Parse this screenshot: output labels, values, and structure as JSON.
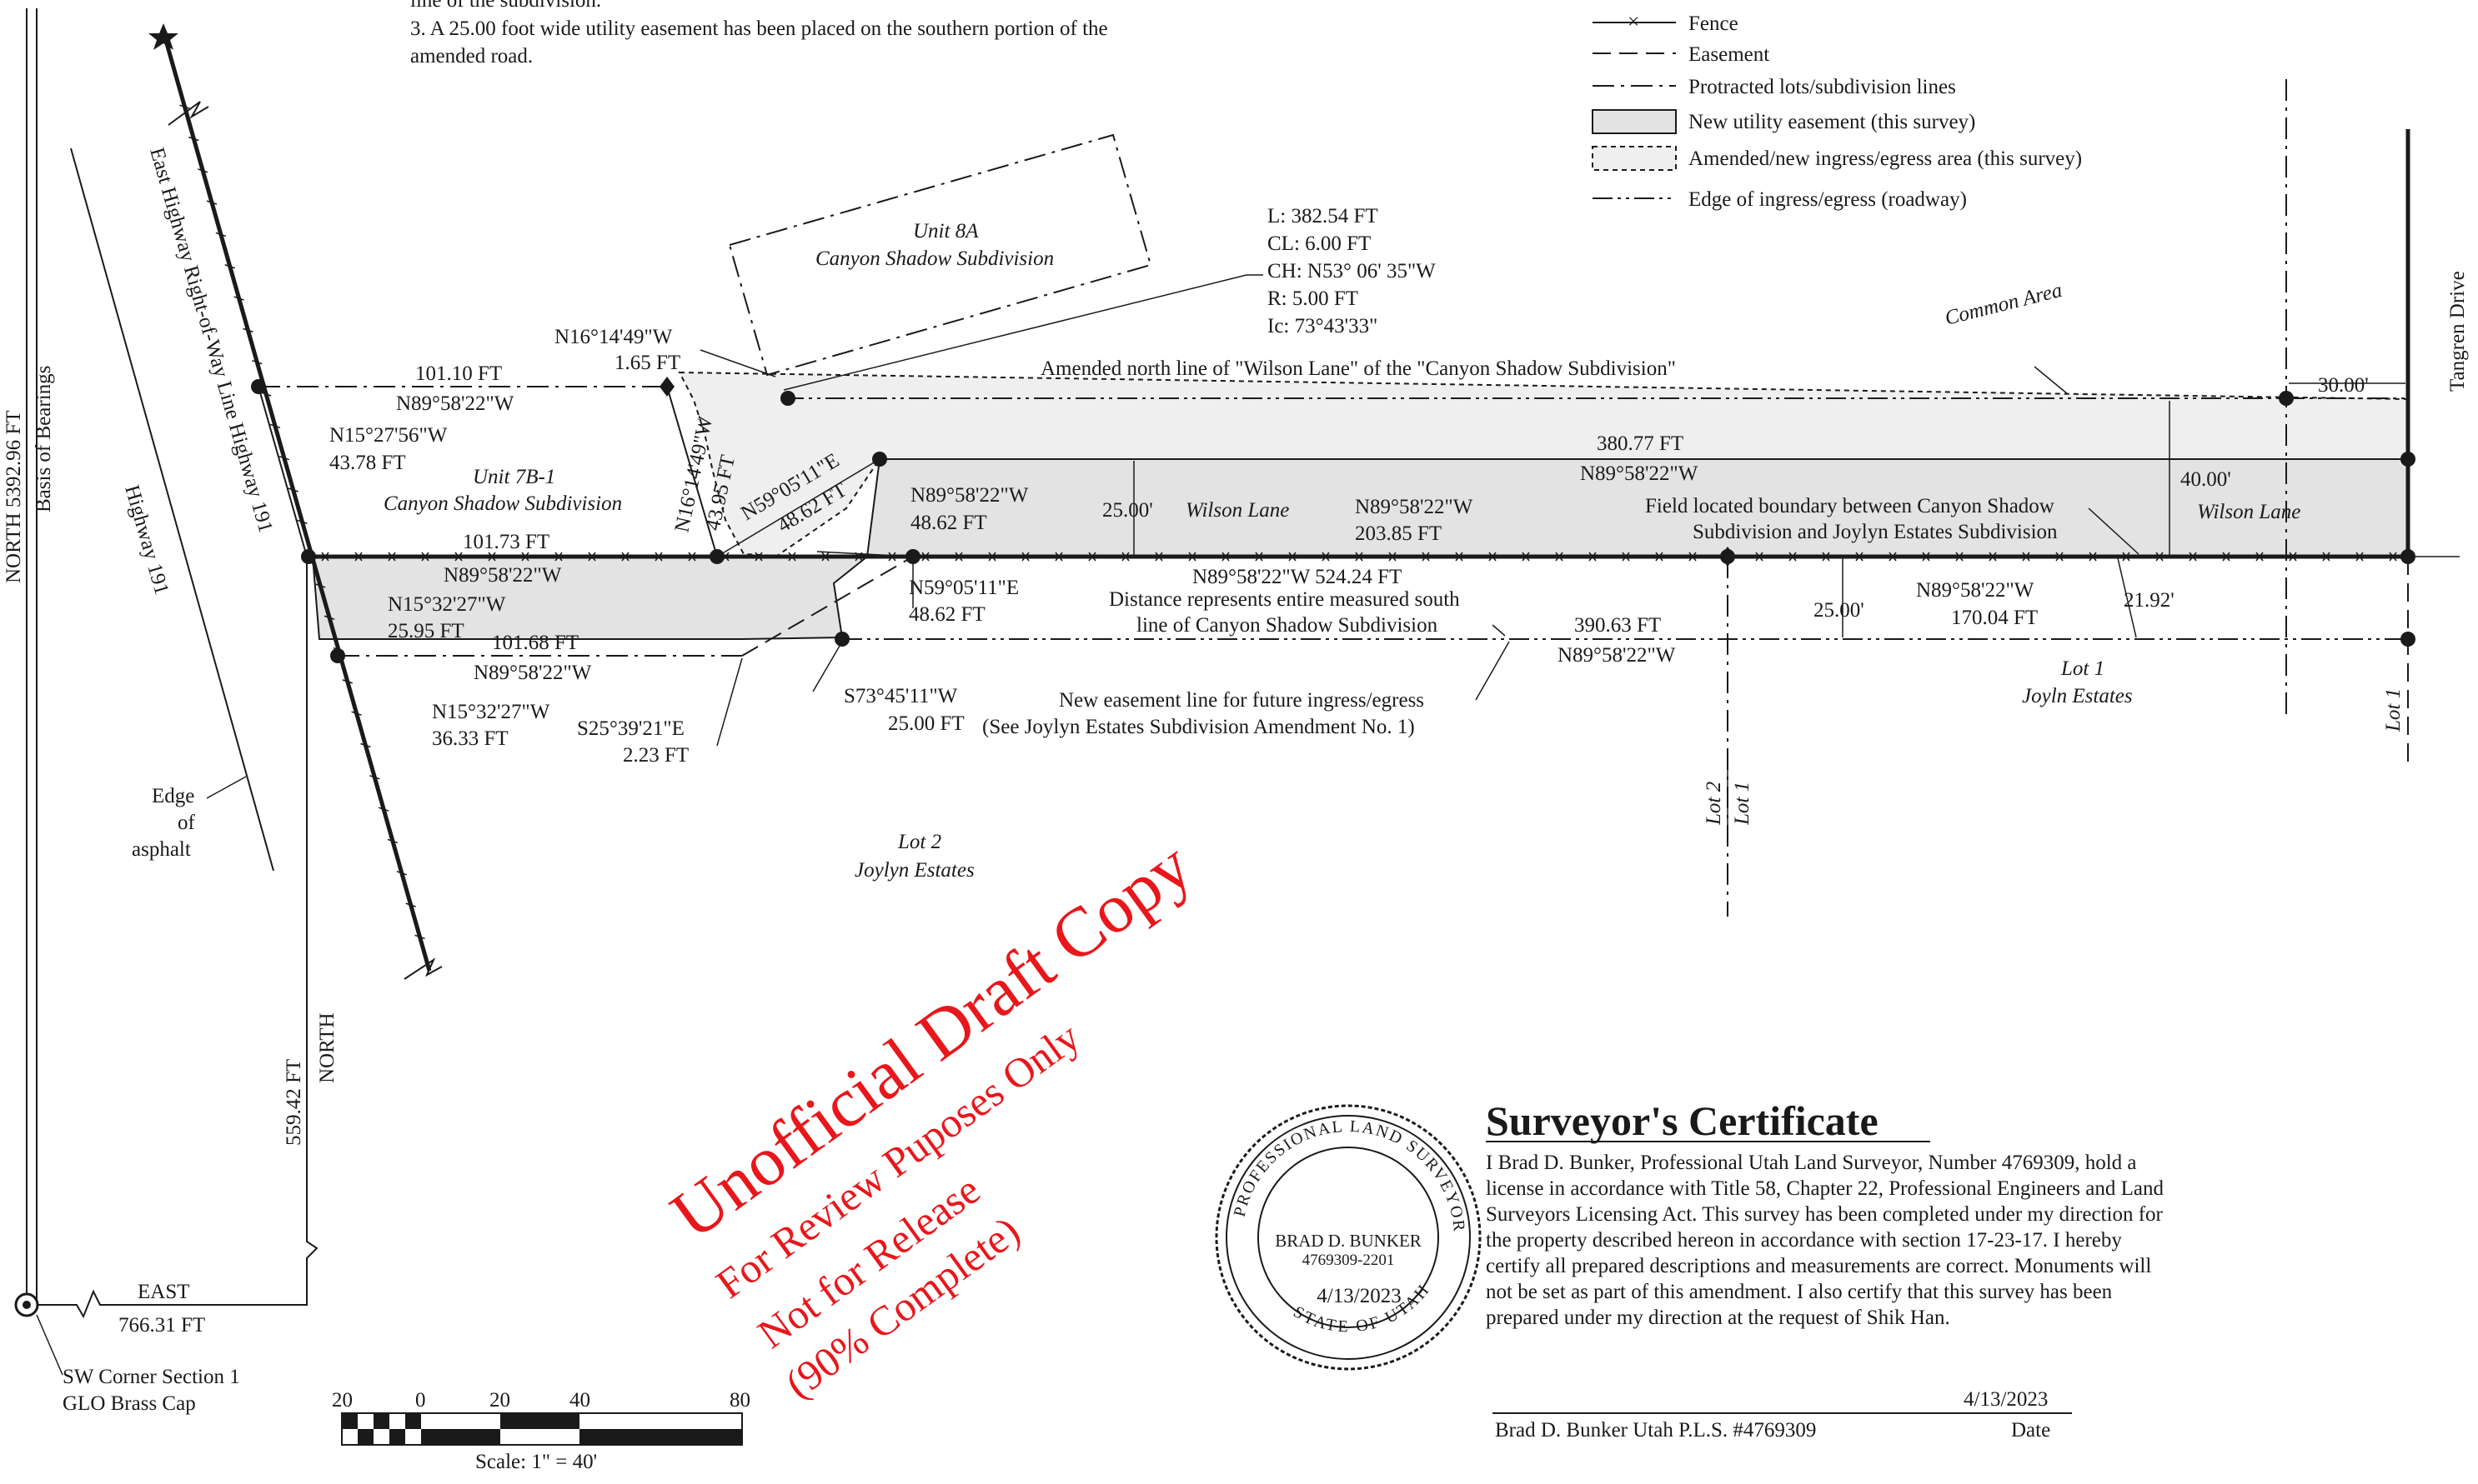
{
  "notes": {
    "line_partial": "line of the subdivision.",
    "note3_line1": "3.  A 25.00 foot wide utility easement has been placed on the southern portion of the",
    "note3_line2": "amended road."
  },
  "legend": {
    "fence": "Fence",
    "easement": "Easement",
    "protracted": "Protracted lots/subdivision lines",
    "utility": "New utility easement (this survey)",
    "amended": "Amended/new ingress/egress area (this survey)",
    "edge": "Edge of ingress/egress (roadway)"
  },
  "curve": {
    "l": "L:  382.54 FT",
    "cl": "CL: 6.00 FT",
    "ch": "CH: N53° 06' 35\"W",
    "r": "R: 5.00 FT",
    "ic": "Ic: 73°43'33\""
  },
  "labels": {
    "basis_north": "NORTH  5392.96 FT",
    "basis_bearings": "Basis of Bearings",
    "highway_row": "East Highway Right-of-Way Line Highway 191",
    "highway": "Highway 191",
    "edge_asphalt_1": "Edge",
    "edge_asphalt_2": "of",
    "edge_asphalt_3": "asphalt",
    "tangren": "Tangren Drive",
    "unit8a_1": "Unit 8A",
    "unit8a_2": "Canyon Shadow Subdivision",
    "unit7b_1": "Unit 7B-1",
    "unit7b_2": "Canyon Shadow Subdivision",
    "common_area": "Common Area",
    "wilson_lane": "Wilson Lane",
    "wilson_lane_2": "Wilson Lane",
    "amended_north": "Amended north line of \"Wilson Lane\" of the \"Canyon Shadow Subdivision\"",
    "field_1": "Field located boundary between Canyon Shadow",
    "field_2": "Subdivision and Joylyn Estates Subdivision",
    "distance_1": "Distance represents entire measured south",
    "distance_2": "line of Canyon Shadow Subdivision",
    "new_ease_1": "New easement line for future ingress/egress",
    "new_ease_2": "(See Joylyn Estates Subdivision Amendment No. 1)",
    "lot1_1": "Lot 1",
    "lot1_2": "Joyln Estates",
    "lot2_1": "Lot 2",
    "lot2_2": "Joylyn Estates",
    "lot2_vert": "Lot 2",
    "lot1_vert": "Lot 1",
    "lot1_vert_right": "Lot 1",
    "sw_corner_1": "SW Corner Section 1",
    "sw_corner_2": "GLO Brass Cap",
    "east": "EAST",
    "east_dist": "766.31 FT",
    "north": "NORTH",
    "north_dist": "559.42 FT"
  },
  "courses": {
    "c1a": "101.10 FT",
    "c1b": "N89°58'22\"W",
    "c2a": "N16°14'49\"W",
    "c2b": "1.65 FT",
    "c3a": "N15°27'56\"W",
    "c3b": "43.78 FT",
    "c4a": "N16°14'49\"W",
    "c4b": "43.95 FT",
    "c5a": "N59°05'11\"E",
    "c5b": "48.62 FT",
    "c6a": "N89°58'22\"W",
    "c6b": "48.62 FT",
    "c7a": "101.73 FT",
    "c7b": "N89°58'22\"W",
    "c8a": "N15°32'27\"W",
    "c8b": "25.95 FT",
    "c9a": "101.68 FT",
    "c9b": "N89°58'22\"W",
    "c10a": "N15°32'27\"W",
    "c10b": "36.33 FT",
    "c11a": "S25°39'21\"E",
    "c11b": "2.23 FT",
    "c12a": "S73°45'11\"W",
    "c12b": "25.00 FT",
    "c13a": "N59°05'11\"E",
    "c13b": "48.62 FT",
    "c14a": "N89°58'22\"W",
    "c14b": "203.85 FT",
    "c15": "N89°58'22\"W  524.24 FT",
    "c16a": "380.77 FT",
    "c16b": "N89°58'22\"W",
    "c17a": "390.63 FT",
    "c17b": "N89°58'22\"W",
    "c18a": "N89°58'22\"W",
    "c18b": "170.04 FT",
    "c19": "25.00'",
    "c20": "25.00'",
    "c21": "40.00'",
    "c22": "30.00'",
    "c23": "21.92'"
  },
  "scale": {
    "t0": "20",
    "t1": "0",
    "t2": "20",
    "t3": "40",
    "t4": "80",
    "label": "Scale: 1\" = 40'"
  },
  "watermark": {
    "line1": "Unofficial Draft Copy",
    "line2": "For Review Puposes Only",
    "line3": "Not for Release",
    "line4": "(90% Complete)",
    "color": "#e8171b"
  },
  "seal": {
    "top_arc": "PROFESSIONAL LAND SURVEYOR",
    "bottom_arc": "STATE OF UTAH",
    "name": "BRAD D. BUNKER",
    "number": "4769309-2201",
    "date": "4/13/2023"
  },
  "certificate": {
    "title": "Surveyor's Certificate",
    "l1": "I Brad D. Bunker, Professional Utah Land Surveyor, Number 4769309, hold a",
    "l2": "license in accordance with Title 58, Chapter 22, Professional Engineers and Land",
    "l3": "Surveyors Licensing Act.  This survey has been completed under my direction for",
    "l4": "the property described hereon in accordance with section 17-23-17.  I hereby",
    "l5": "certify all prepared descriptions and measurements are correct.  Monuments will",
    "l6": "not be set as part of this amendment.  I also certify that this survey has been",
    "l7": "prepared under my direction at the request of Shik Han.",
    "sig_date": "4/13/2023",
    "signer": "Brad D. Bunker  Utah P.L.S. #4769309",
    "date_label": "Date"
  }
}
